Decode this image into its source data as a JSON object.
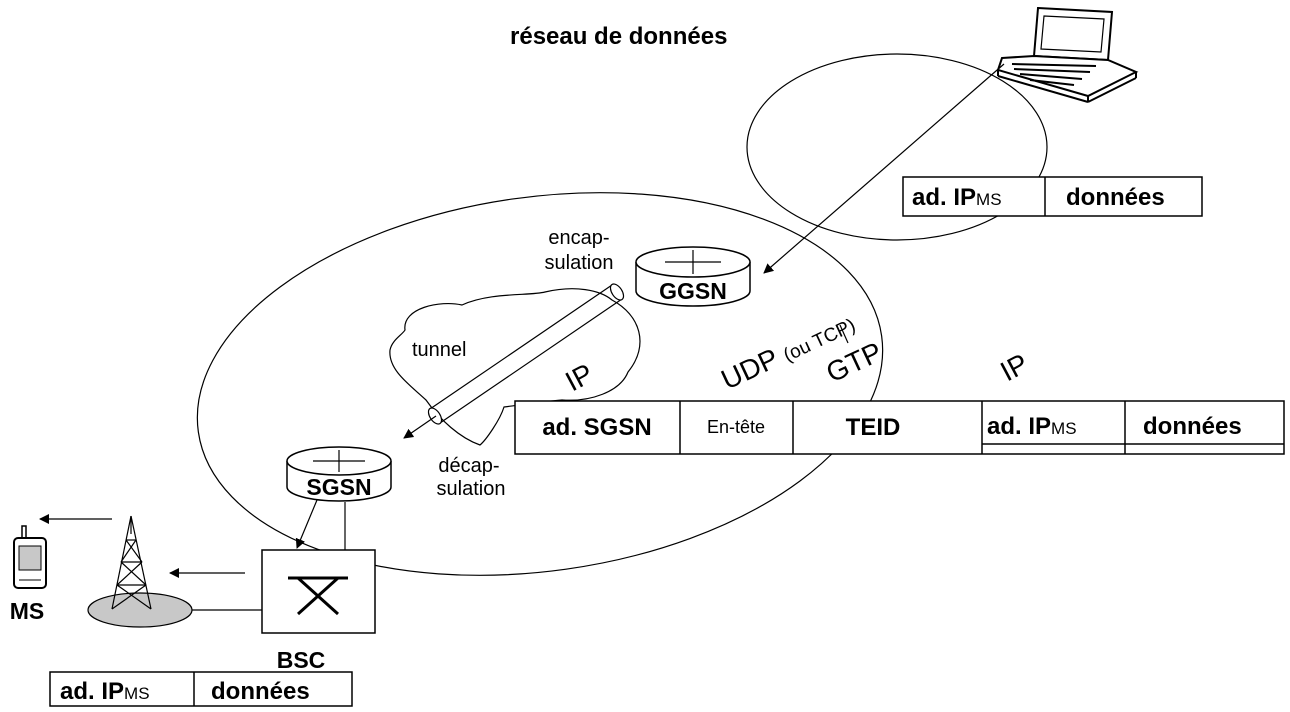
{
  "title": "réseau de données",
  "labels": {
    "encap_1": "encap-",
    "encap_2": "sulation",
    "decap_1": "décap-",
    "decap_2": "sulation",
    "tunnel": "tunnel",
    "ip_left": "IP",
    "udp": "UDP",
    "udp_paren": "(ou TCP)",
    "gtp": "GTP",
    "ip_right": "IP"
  },
  "nodes": {
    "ggsn": "GGSN",
    "sgsn": "SGSN",
    "bsc": "BSC",
    "ms": "MS"
  },
  "packet_top": {
    "addr_main": "ad. IP",
    "addr_sub": "MS",
    "data": "données"
  },
  "packet_main": {
    "sgsn_addr": "ad. SGSN",
    "header": "En-tête",
    "teid": "TEID",
    "addr_main": "ad. IP",
    "addr_sub": "MS",
    "data": "données"
  },
  "packet_bottom": {
    "addr_main": "ad. IP",
    "addr_sub": "MS",
    "data": "données"
  }
}
